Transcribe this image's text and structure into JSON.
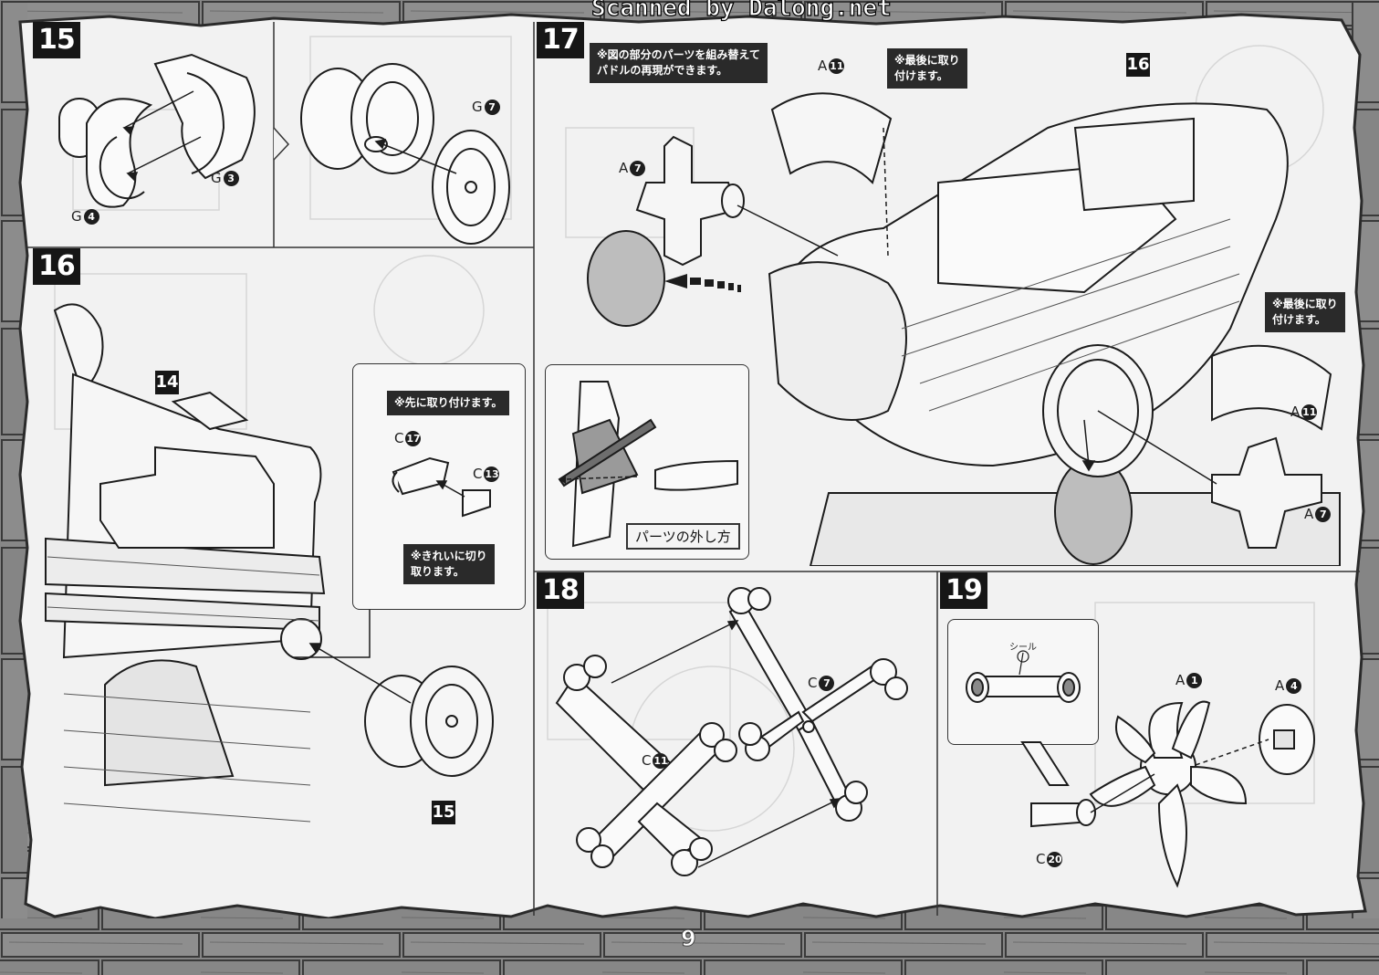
{
  "watermark": "Scanned by Dalong.net",
  "page_number": "9",
  "steps": {
    "s15": {
      "number": "15",
      "parts": [
        {
          "letter": "G",
          "num": "4"
        },
        {
          "letter": "G",
          "num": "3"
        },
        {
          "letter": "G",
          "num": "7"
        }
      ]
    },
    "s16": {
      "number": "16",
      "ref_a": "14",
      "ref_b": "15",
      "note_first": "※先に取り付けます。",
      "note_cut": "※きれいに切り\n取ります。",
      "parts": [
        {
          "letter": "C",
          "num": "17"
        },
        {
          "letter": "C",
          "num": "13"
        }
      ]
    },
    "s17": {
      "number": "17",
      "ref": "16",
      "note_paddle": "※図の部分のパーツを組み替えて\nパドルの再現ができます。",
      "note_last": "※最後に取り\n付けます。",
      "note_last2": "※最後に取り\n付けます。",
      "removal_label": "パーツの外し方",
      "parts": [
        {
          "letter": "A",
          "num": "11"
        },
        {
          "letter": "A",
          "num": "7"
        },
        {
          "letter": "A",
          "num": "11"
        },
        {
          "letter": "A",
          "num": "7"
        }
      ]
    },
    "s18": {
      "number": "18",
      "parts": [
        {
          "letter": "C",
          "num": "7"
        },
        {
          "letter": "C",
          "num": "11"
        }
      ]
    },
    "s19": {
      "number": "19",
      "seal_label": "シール",
      "parts": [
        {
          "letter": "A",
          "num": "1"
        },
        {
          "letter": "A",
          "num": "4"
        },
        {
          "letter": "C",
          "num": "20"
        }
      ]
    }
  }
}
